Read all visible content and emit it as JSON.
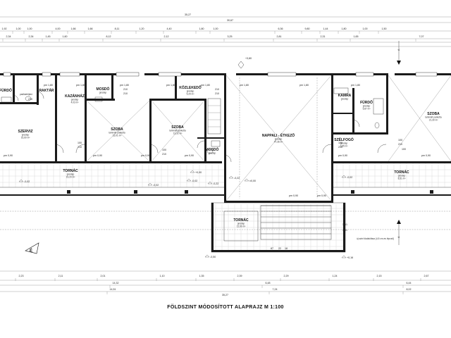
{
  "title": "FÖLDSZINT MÓDOSÍTOTT ALAPRAJZ  M 1:100",
  "top_dimensions": {
    "overall": "35,27",
    "second": "30,67",
    "row1": [
      "1,92",
      "1,00",
      "1,00",
      "4,00",
      "1,66",
      "1,66",
      "8,11",
      "1,20",
      "4,40",
      "1,80",
      "1,00",
      "6,36",
      "9,80",
      "1,44",
      "1,80",
      "1,00",
      "1,50"
    ],
    "row2": [
      "2,34",
      "2,34",
      "1,45",
      "1,60",
      "8,12",
      "2,12",
      "3,25",
      "2,81",
      "2,31",
      "1,65",
      "7,07"
    ]
  },
  "bottom_dimensions": {
    "row1": [
      "2,23",
      "2,11",
      "2,01",
      "1,10",
      "1,35",
      "2,39",
      "2,29",
      "1,24",
      "2,15",
      "2,67"
    ],
    "row2": [
      "14,32",
      "6,48",
      "6,44"
    ],
    "row3": [
      "14,51",
      "7,24",
      "8,02"
    ],
    "overall": "35,27"
  },
  "rooms": [
    {
      "name": "FÜRDŐ",
      "sub": ""
    },
    {
      "name": "RAKTÁR",
      "sub": ""
    },
    {
      "name": "KAZÁNHÁZ",
      "sub": "greslap\n4,03 m²"
    },
    {
      "name": "MOSDÓ",
      "sub": "greslap"
    },
    {
      "name": "SZERVIZ",
      "sub": "greslap\n16,60 m²"
    },
    {
      "name": "SZOBA",
      "sub": "laminált parketta\n15,01 m²"
    },
    {
      "name": "SZOBA",
      "sub": "laminált parketta\n13,32 m²"
    },
    {
      "name": "KÖZLEKEDŐ",
      "sub": "greslap\n5,29 m²"
    },
    {
      "name": "MOSDÓ",
      "sub": "greslap"
    },
    {
      "name": "NAPPALI - ÉTKEZŐ",
      "sub": "greslap\n47,36 m²"
    },
    {
      "name": "KAMRA",
      "sub": "greslap"
    },
    {
      "name": "FÜRDŐ",
      "sub": "greslap\n5,87 m²"
    },
    {
      "name": "SZÉLFOGÓ",
      "sub": "greslap\n3,85 m²"
    },
    {
      "name": "SZOBA",
      "sub": "laminált parketta\n21,30 m²"
    },
    {
      "name": "TORNÁC",
      "sub": "greslap\n19,20 m²"
    },
    {
      "name": "TORNÁC",
      "sub": "greslap\n8,51 m²"
    },
    {
      "name": "TORNÁC",
      "sub": "greslap\n12,90 m²"
    }
  ],
  "openings": [
    "210",
    "210",
    "210",
    "210",
    "210",
    "210",
    "100",
    "210",
    "100",
    "210",
    "100",
    "210",
    "100",
    "210",
    "100"
  ],
  "parapets": [
    "pm 1,80",
    "pm 1,80",
    "pm 1,80",
    "pm 1,80",
    "pm 1,80",
    "pm 1,80",
    "pm 1,80",
    "pm 1,80",
    "pm 0,90",
    "pm 0,90",
    "pm 0,90",
    "pm 0,90",
    "pm 0,90",
    "pm 0,90",
    "pm 0,90",
    "pm 0,90"
  ],
  "levels": [
    "+0,00",
    "-0,02",
    "-0,02",
    "-0,02",
    "-0,22",
    "-0,02",
    "-0,50",
    "-0,22",
    "+0,16",
    "±0,00"
  ],
  "axis_marks": {
    "top": "A",
    "bottom": "A",
    "elev_top": "+3,80"
  },
  "stair_dims": [
    "1,61",
    "1,61",
    "87",
    "22",
    "18"
  ],
  "misc_labels": [
    "padlásfeljáró",
    "új szint kialakítása (4-5 cm-es lépcső)"
  ],
  "north": "É"
}
